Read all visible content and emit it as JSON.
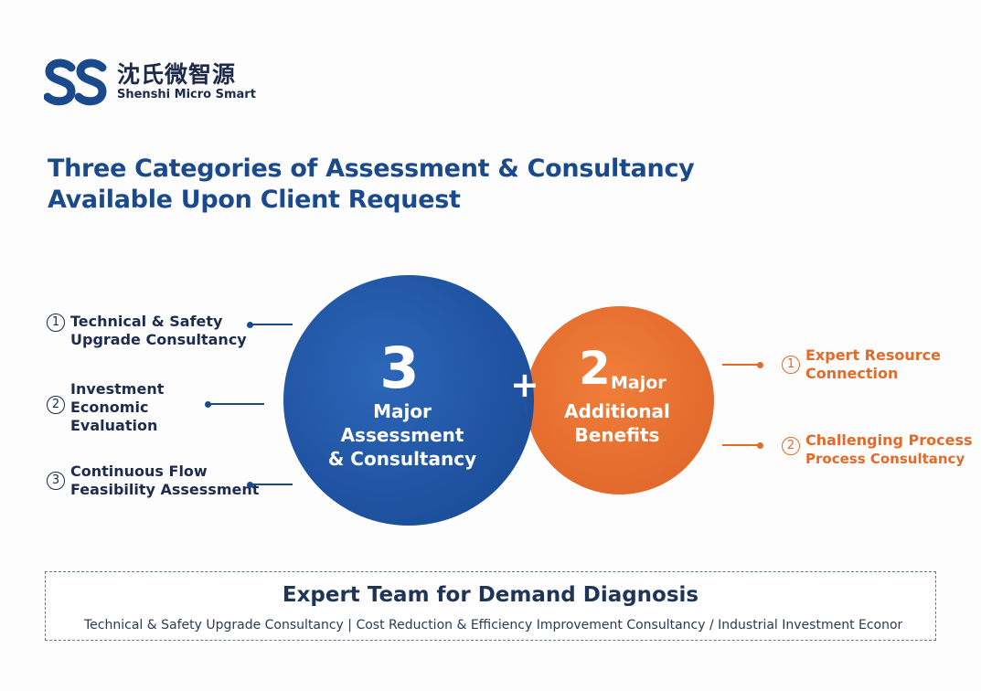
{
  "logo": {
    "name_cn": "沈氏微智源",
    "name_en": "Shenshi Micro Smart",
    "colors": {
      "primary": "#1b4a8c",
      "dark": "#1e2a4a"
    }
  },
  "title": {
    "line1": "Three Categories of Assessment & Consultancy",
    "line2": "Available Upon Client Request"
  },
  "left_items": [
    {
      "number": "1",
      "lines": [
        "Technical & Safety",
        "Upgrade Consultancy"
      ]
    },
    {
      "number": "2",
      "lines": [
        "Investment",
        "Economic",
        "Evaluation"
      ]
    },
    {
      "number": "3",
      "lines": [
        "Continuous Flow",
        "Feasibility Assessment"
      ]
    }
  ],
  "right_items": [
    {
      "number": "1",
      "lines": [
        "Expert Resource",
        "Connection"
      ]
    },
    {
      "number": "2",
      "lines": [
        "Challenging Process",
        "Process Consultancy"
      ]
    }
  ],
  "blue_circle": {
    "number": "3",
    "caption_line1": "Major Assessment",
    "caption_line2": "& Consultancy",
    "color": "#1f56a6"
  },
  "plus_sign": "+",
  "orange_circle": {
    "number": "2",
    "major_label": "Major",
    "caption_line1": "Additional",
    "caption_line2": "Benefits",
    "color": "#e8702e"
  },
  "bottom": {
    "title": "Expert Team for Demand Diagnosis",
    "subtitle": "Technical & Safety Upgrade Consultancy | Cost Reduction & Efficiency Improvement Consultancy  /  Industrial Investment Econon"
  }
}
